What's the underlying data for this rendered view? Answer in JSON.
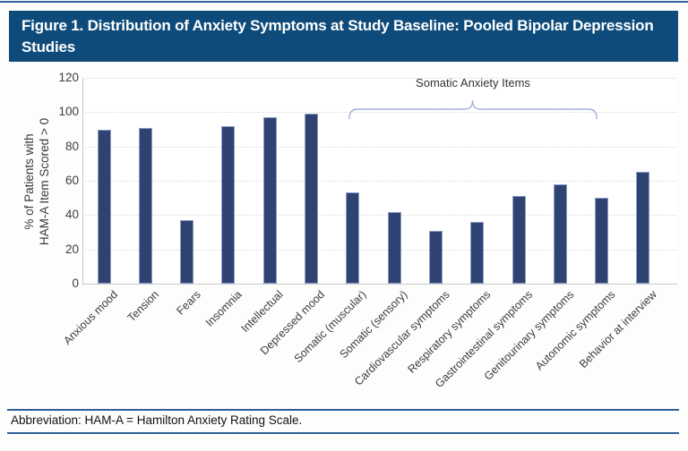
{
  "header": {
    "title": "Figure 1. Distribution of Anxiety Symptoms at Study Baseline: Pooled Bipolar Depression Studies"
  },
  "footer": {
    "text": "Abbreviation: HAM-A = Hamilton Anxiety Rating Scale."
  },
  "colors": {
    "header_bg": "#0E4B7A",
    "header_text": "#FFFFFF",
    "bar_fill": "#2E4372",
    "bar_border": "#8C9CC6",
    "rule_blue": "#2B6399",
    "bracket": "#A3B2DA",
    "gridline": "#D9D9D9",
    "axis_text": "#3C3C3C"
  },
  "chart_data": {
    "type": "bar",
    "title": "",
    "xlabel": "",
    "ylabel_lines": [
      "% of Patients with",
      "HAM-A Item Scored > 0"
    ],
    "ylim": [
      0,
      120
    ],
    "yticks": [
      0,
      20,
      40,
      60,
      80,
      100,
      120
    ],
    "grid": true,
    "legend": "none",
    "categories": [
      "Anxious mood",
      "Tension",
      "Fears",
      "Insomnia",
      "Intellectual",
      "Depressed mood",
      "Somatic (muscular)",
      "Somatic (sensory)",
      "Cardiovascular symptoms",
      "Respiratory symptoms",
      "Gastrointestinal symptoms",
      "Genitourinary symptoms",
      "Autonomic symptoms",
      "Behavior at interview"
    ],
    "values": [
      90,
      91,
      37,
      92,
      97,
      99,
      53,
      42,
      31,
      36,
      51,
      58,
      50,
      65
    ],
    "annotation": {
      "label": "Somatic Anxiety Items",
      "from_category": "Somatic (muscular)",
      "to_category": "Autonomic symptoms"
    }
  }
}
